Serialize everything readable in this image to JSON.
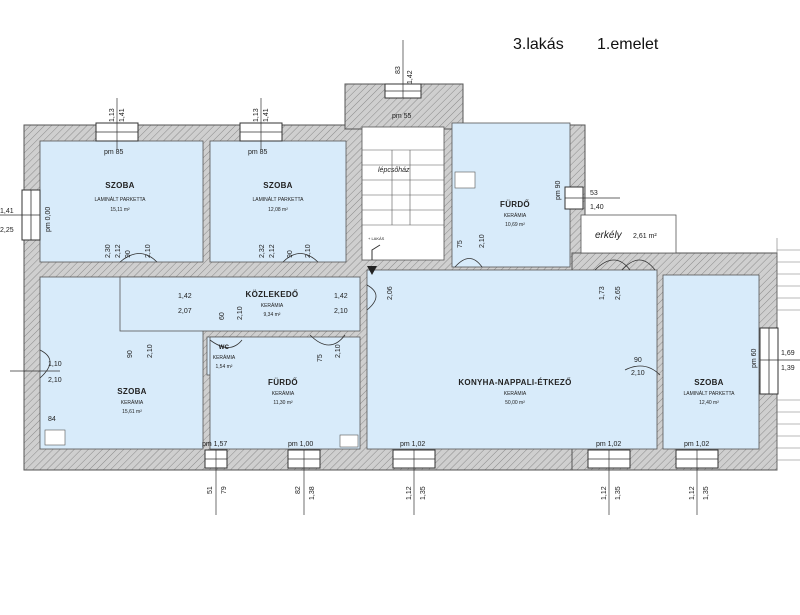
{
  "header": {
    "apartment": "3.lakás",
    "floor": "1.emelet"
  },
  "rooms": {
    "szoba1": {
      "name": "SZOBA",
      "material": "LAMINÁLT PARKETTA",
      "area": "15,11 m²"
    },
    "szoba2": {
      "name": "SZOBA",
      "material": "LAMINÁLT PARKETTA",
      "area": "12,08 m²"
    },
    "furdo1": {
      "name": "FÜRDŐ",
      "material": "KERÁMIA",
      "area": "10,69 m²"
    },
    "kozlekedo": {
      "name": "KÖZLEKEDŐ",
      "material": "KERÁMIA",
      "area": "9,34 m²"
    },
    "wc": {
      "name": "WC",
      "material": "KERÁMIA",
      "area": "1,54 m²"
    },
    "szoba3": {
      "name": "SZOBA",
      "material": "KERÁMIA",
      "area": "15,61 m²"
    },
    "furdo2": {
      "name": "FÜRDŐ",
      "material": "KERÁMIA",
      "area": "11,30 m²"
    },
    "konyha": {
      "name": "KONYHA-NAPPALI-ÉTKEZŐ",
      "material": "KERÁMIA",
      "area": "50,00 m²"
    },
    "szoba4": {
      "name": "SZOBA",
      "material": "LAMINÁLT PARKETTA",
      "area": "12,40 m²"
    }
  },
  "balcony": {
    "name": "erkély",
    "area": "2,61 m²"
  },
  "staircase": {
    "label": "lépcsőház",
    "arrow_label": "+ LAKÁS"
  },
  "dimensions": {
    "top_w1": [
      "1,13",
      "1,41"
    ],
    "top_w2": [
      "1,13",
      "1,41"
    ],
    "top_stair": [
      "83",
      "1,42"
    ],
    "pm_stair": "pm 55",
    "pm_w1": "pm 85",
    "pm_w2": "pm 85",
    "left_win": [
      "1,41",
      "2,25"
    ],
    "left_pm": "pm 0,00",
    "furdo_pm": "pm 90",
    "balc_win": [
      "53",
      "1,40"
    ],
    "door_s1": [
      "2,30",
      "2,12",
      "90",
      "2,10"
    ],
    "door_s2": [
      "2,32",
      "2,12",
      "90",
      "2,10"
    ],
    "door_f1": [
      "75",
      "2,10"
    ],
    "door_ent": "2,06",
    "door_balc": [
      "1,73",
      "2,65"
    ],
    "hall_1": [
      "1,42",
      "2,07"
    ],
    "hall_2": [
      "1,42",
      "2,10"
    ],
    "wc_door": [
      "60",
      "2,10"
    ],
    "f2_door": [
      "75",
      "2,10"
    ],
    "s3_door": [
      "90",
      "2,10"
    ],
    "left_door": [
      "1,10",
      "2,10"
    ],
    "s3_dim": "84",
    "kitchen_door": [
      "90",
      "2,10"
    ],
    "right_pm": "pm 60",
    "right_win": [
      "1,69",
      "1,39"
    ],
    "pm_b1": "pm 1,57",
    "pm_b2": "pm 1,00",
    "pm_b3": "pm 1,02",
    "pm_b4": "pm 1,02",
    "pm_b5": "pm 1,02",
    "bot_1": [
      "51",
      "79"
    ],
    "bot_2": [
      "82",
      "1,38"
    ],
    "bot_3": [
      "1,12",
      "1,35"
    ],
    "bot_4": [
      "1,12",
      "1,35"
    ],
    "bot_5": [
      "1,12",
      "1,35"
    ]
  },
  "colors": {
    "floor": "#d8ebfa",
    "wall": "#c8c8c8",
    "wall_stroke": "#555555"
  }
}
